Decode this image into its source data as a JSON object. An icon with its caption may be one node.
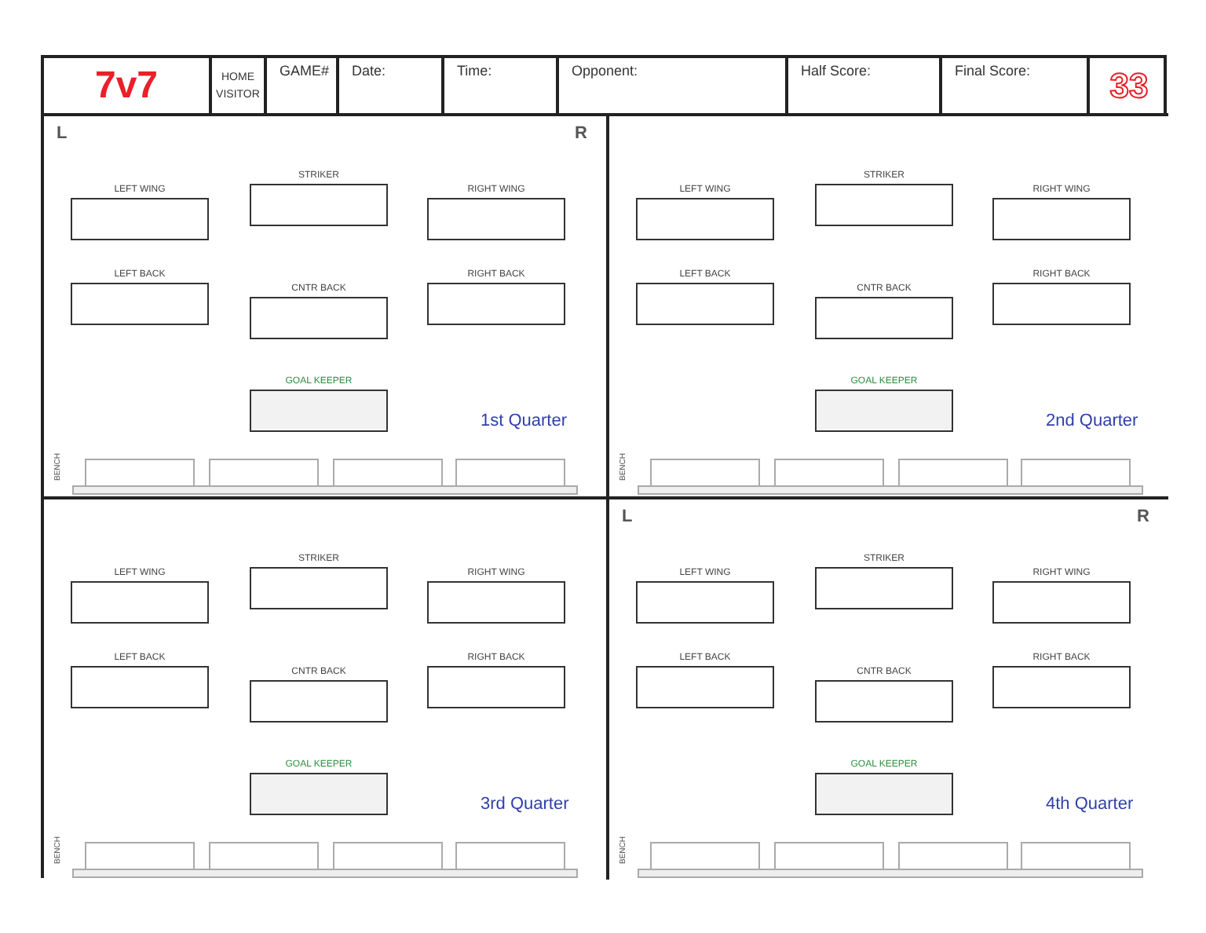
{
  "diagram": {
    "nodes": [
      {
        "text": [
          "1st Quarter"
        ],
        "beside": [
          "L",
          "R",
          "BENCH"
        ]
      },
      {
        "text": [
          "LEFT WING"
        ],
        "in": 0
      },
      {
        "text": [
          "STRIKER"
        ],
        "in": 0
      },
      {
        "text": [
          "RIGHT WING"
        ],
        "in": 0
      },
      {
        "text": [
          "LEFT BACK"
        ],
        "in": 0
      },
      {
        "text": [
          "CNTR BACK"
        ],
        "in": 0
      },
      {
        "text": [
          "RIGHT BACK"
        ],
        "in": 0
      },
      {
        "text": [
          "GOAL KEEPER"
        ],
        "in": 0
      },
      {
        "text": [
          "2nd Quarter"
        ],
        "beside": [
          "BENCH"
        ]
      },
      {
        "text": [
          "LEFT WING"
        ],
        "in": 8
      },
      {
        "text": [
          "STRIKER"
        ],
        "in": 8
      },
      {
        "text": [
          "RIGHT WING"
        ],
        "in": 8
      },
      {
        "text": [
          "LEFT BACK"
        ],
        "in": 8
      },
      {
        "text": [
          "CNTR BACK"
        ],
        "in": 8
      },
      {
        "text": [
          "RIGHT BACK"
        ],
        "in": 8
      },
      {
        "text": [
          "GOAL KEEPER"
        ],
        "in": 8
      },
      {
        "text": [
          "3rd Quarter"
        ],
        "beside": [
          "BENCH"
        ]
      },
      {
        "text": [
          "LEFT WING"
        ],
        "in": 16
      },
      {
        "text": [
          "STRIKER"
        ],
        "in": 16
      },
      {
        "text": [
          "RIGHT WING"
        ],
        "in": 16
      },
      {
        "text": [
          "LEFT BACK"
        ],
        "in": 16
      },
      {
        "text": [
          "CNTR BACK"
        ],
        "in": 16
      },
      {
        "text": [
          "RIGHT BACK"
        ],
        "in": 16
      },
      {
        "text": [
          "GOAL KEEPER"
        ],
        "in": 16
      },
      {
        "text": [
          "4th Quarter"
        ],
        "beside": [
          "L",
          "R",
          "BENCH"
        ]
      },
      {
        "text": [
          "LEFT WING"
        ],
        "in": 24
      },
      {
        "text": [
          "STRIKER"
        ],
        "in": 24
      },
      {
        "text": [
          "RIGHT WING"
        ],
        "in": 24
      },
      {
        "text": [
          "LEFT BACK"
        ],
        "in": 24
      },
      {
        "text": [
          "CNTR BACK"
        ],
        "in": 24
      },
      {
        "text": [
          "RIGHT BACK"
        ],
        "in": 24
      },
      {
        "text": [
          "GOAL KEEPER"
        ],
        "in": 24
      }
    ],
    "labels": [
      "7v7",
      "HOME",
      "VISITOR",
      "GAME#",
      "Date:",
      "Time:",
      "Opponent:",
      "Half Score:",
      "Final Score:",
      "33"
    ]
  }
}
